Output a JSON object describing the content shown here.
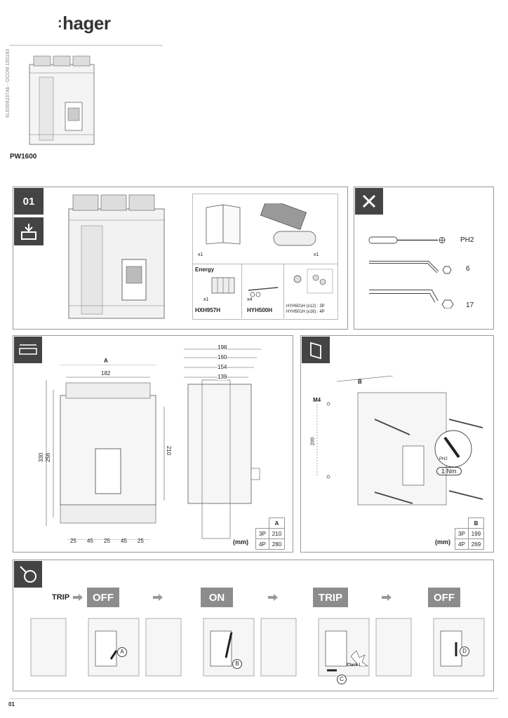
{
  "header": {
    "logo_text": "hager",
    "doc_code": "6LE009237Ab - OCOM 150183",
    "model": "PW1600"
  },
  "step01": {
    "number": "01",
    "qty_doc": "x1",
    "qty_handle": "x1",
    "energy_label": "Energy",
    "hxh_qty": "x1",
    "hxh_ref": "HXH957H",
    "hyh500_qty": "x4",
    "hyh500_ref": "HYH500H",
    "hyh501_line1": "HYH501H (x12) : 3P",
    "hyh501_line2": "HYH501H (x16) : 4P"
  },
  "tools": {
    "ph2": "PH2",
    "hex6": "6",
    "hex17": "17"
  },
  "dimensions": {
    "A_label": "A",
    "w182": "182",
    "h330": "330",
    "h256": "256",
    "h210": "210",
    "d198": "198",
    "d160": "160",
    "d154": "154",
    "d139": "139",
    "b25a": "25",
    "b45a": "45",
    "b25b": "25",
    "b45b": "45",
    "b25c": "25",
    "unit": "(mm)",
    "table_head": "A",
    "rows": [
      {
        "pole": "3P",
        "val": "210"
      },
      {
        "pole": "4P",
        "val": "280"
      }
    ]
  },
  "mounting": {
    "B_label": "B",
    "m4": "M4",
    "h200": "200",
    "ph2": "PH2",
    "torque": "1 Nm",
    "unit": "(mm)",
    "table_head": "B",
    "rows": [
      {
        "pole": "3P",
        "val": "199"
      },
      {
        "pole": "4P",
        "val": "269"
      }
    ]
  },
  "operation": {
    "trip_label": "TRIP",
    "states": [
      "OFF",
      "ON",
      "TRIP",
      "OFF"
    ],
    "markers": [
      "A",
      "B",
      "C",
      "D"
    ],
    "clack": "Clack !"
  },
  "footer": {
    "page": "01"
  }
}
